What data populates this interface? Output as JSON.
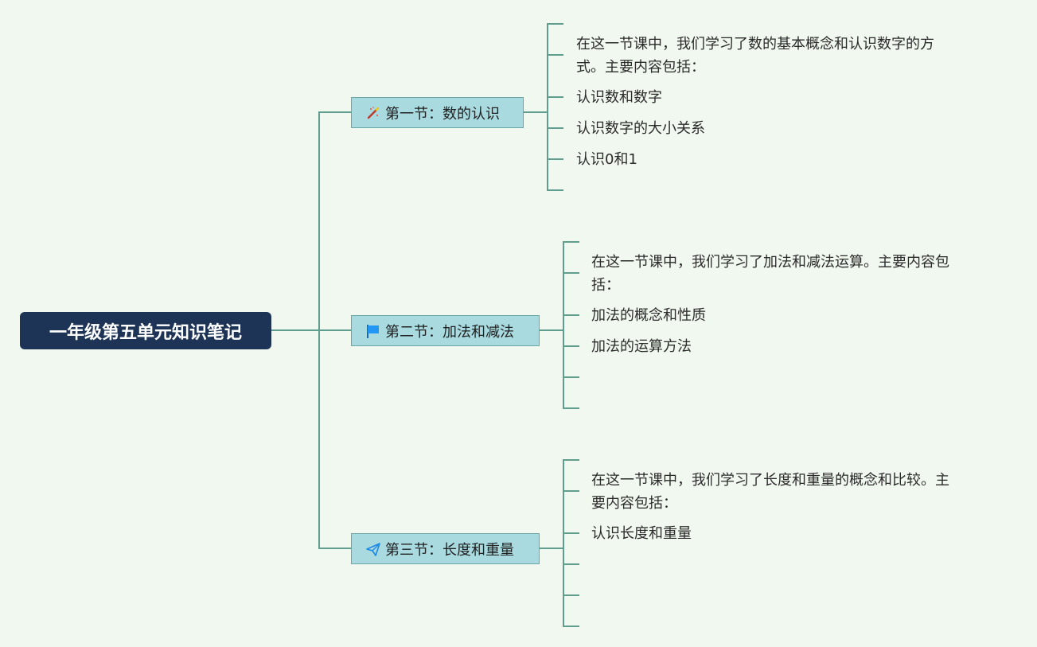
{
  "root": {
    "title": "一年级第五单元知识笔记"
  },
  "sections": [
    {
      "title": "第一节：数的认识",
      "icon": "magic-wand-icon",
      "items": [
        [
          "在这一节课中，我们学习了数的基本概念和认识数字的方",
          "式。主要内容包括："
        ],
        [
          "认识数和数字"
        ],
        [
          "认识数字的大小关系"
        ],
        [
          "认识0和1"
        ]
      ]
    },
    {
      "title": "第二节：加法和减法",
      "icon": "flag-icon",
      "items": [
        [
          "在这一节课中，我们学习了加法和减法运算。主要内容包",
          "括："
        ],
        [
          "加法的概念和性质"
        ],
        [
          "加法的运算方法"
        ]
      ]
    },
    {
      "title": "第三节：长度和重量",
      "icon": "paper-plane-icon",
      "items": [
        [
          "在这一节课中，我们学习了长度和重量的概念和比较。主",
          "要内容包括："
        ],
        [
          "认识长度和重量"
        ]
      ]
    }
  ],
  "colors": {
    "line": "#5f9e8f",
    "root_bg": "#1d3456",
    "branch_bg": "#a8dadf",
    "background": "#f1f8ef"
  }
}
